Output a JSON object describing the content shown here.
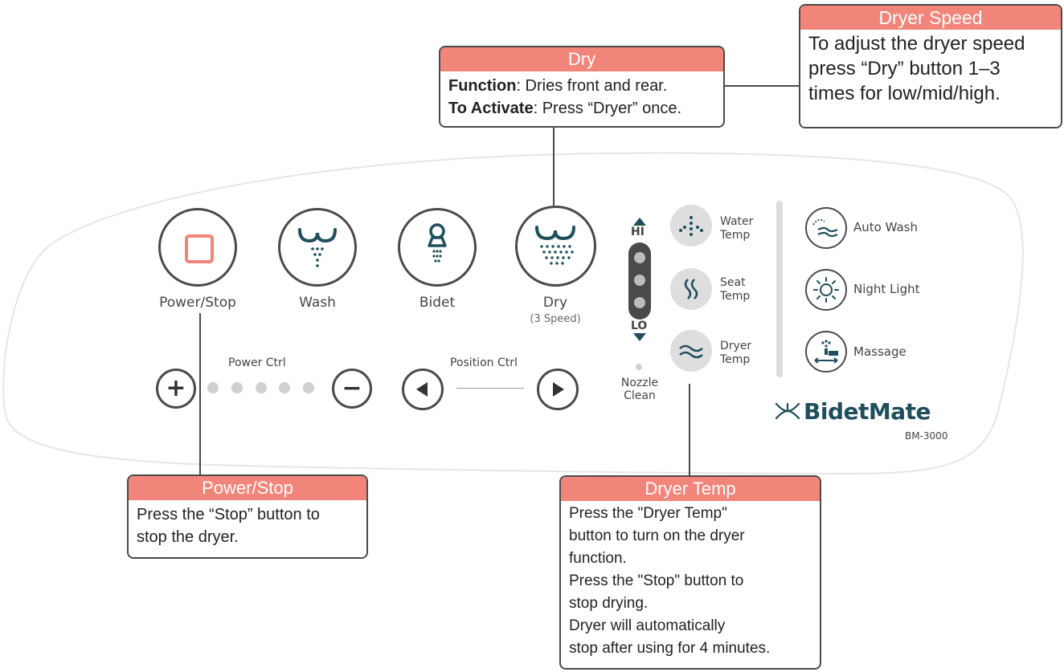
{
  "buttons": {
    "power_stop": "Power/Stop",
    "wash": "Wash",
    "bidet": "Bidet",
    "dry": "Dry",
    "dry_sub": "(3 Speed)"
  },
  "pressure": {
    "hi": "HI",
    "lo": "LO"
  },
  "nozzle_clean": [
    "Nozzle",
    "Clean"
  ],
  "temp_buttons": [
    {
      "label": [
        "Water",
        "Temp"
      ],
      "icon": "water-temp-icon"
    },
    {
      "label": [
        "Seat",
        "Temp"
      ],
      "icon": "seat-temp-icon"
    },
    {
      "label": [
        "Dryer",
        "Temp"
      ],
      "icon": "dryer-temp-icon"
    }
  ],
  "feature_buttons": [
    {
      "label": "Auto Wash",
      "icon": "auto-wash-icon"
    },
    {
      "label": "Night Light",
      "icon": "night-light-icon"
    },
    {
      "label": "Massage",
      "icon": "massage-icon"
    }
  ],
  "power_ctrl": {
    "label": "Power Ctrl",
    "plus": "+",
    "minus": "−"
  },
  "position_ctrl": {
    "label": "Position Ctrl"
  },
  "brand": {
    "name": "BidetMate",
    "model": "BM-3000"
  },
  "callouts": {
    "dry": {
      "title": "Dry",
      "function_label": "Function",
      "function_text": ": Dries front and rear.",
      "activate_label": "To Activate",
      "activate_text": ": Press “Dryer” once."
    },
    "dryer_speed": {
      "title": "Dryer Speed",
      "lines": [
        "To adjust the dryer speed",
        "press “Dry” button 1–3",
        "times for low/mid/high."
      ]
    },
    "power_stop": {
      "title": "Power/Stop",
      "lines": [
        "Press the “Stop” button to",
        "stop the dryer."
      ]
    },
    "dryer_temp": {
      "title": "Dryer Temp",
      "lines": [
        "Press the \"Dryer Temp\"",
        "button to turn on the dryer",
        "function.",
        "Press the \"Stop\" button to",
        "stop drying.",
        "Dryer will automatically",
        "stop after using for 4 minutes."
      ]
    }
  },
  "colors": {
    "accent": "#f2857a",
    "dark": "#4a4a4a",
    "teal": "#1f4e5c"
  }
}
